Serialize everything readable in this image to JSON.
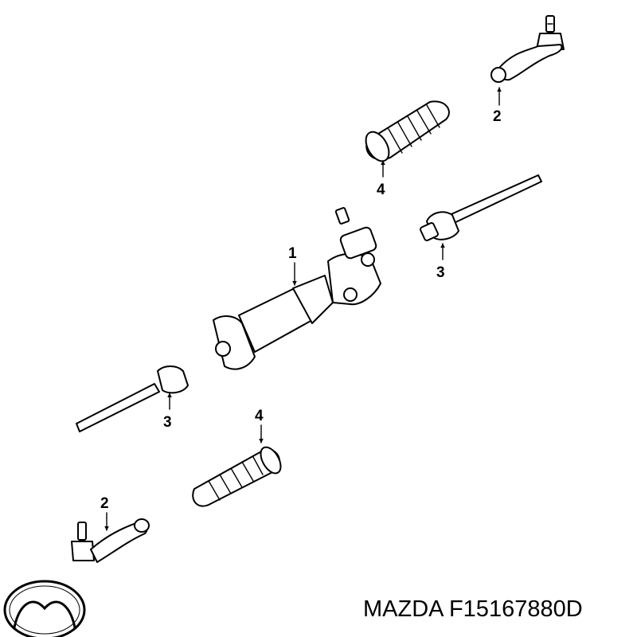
{
  "callouts": {
    "tie_rod_end_upper": "2",
    "boot_upper": "4",
    "inner_tie_rod_right": "3",
    "rack_assembly": "1",
    "inner_tie_rod_left": "3",
    "boot_lower": "4",
    "tie_rod_end_lower": "2"
  },
  "caption": {
    "brand": "MAZDA",
    "part_number": "F15167880D"
  },
  "icons": {
    "logo": "mazda-logo"
  }
}
